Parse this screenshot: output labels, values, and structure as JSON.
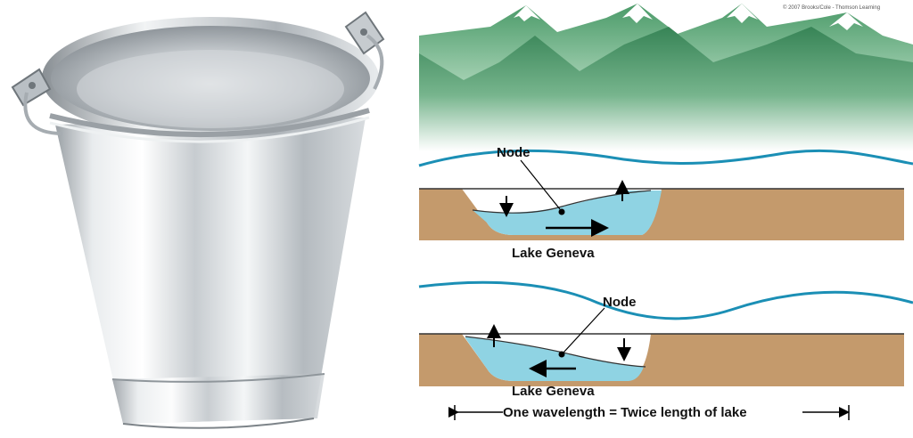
{
  "bucket": {
    "description_icon": "metal-bucket-illustration"
  },
  "diagram": {
    "copyright": "© 2007 Brooks/Cole - Thomson Learning",
    "upper": {
      "node_label": "Node",
      "lake_label": "Lake Geneva"
    },
    "lower": {
      "node_label": "Node",
      "lake_label": "Lake Geneva"
    },
    "wavelength_label": "One wavelength = Twice length of lake"
  },
  "colors": {
    "mountain_dark": "#2f7d4f",
    "mountain_light": "#8fc4a0",
    "snow": "#ffffff",
    "ground": "#c49a6c",
    "water": "#8fd3e3",
    "wave": "#1b8fb5"
  }
}
